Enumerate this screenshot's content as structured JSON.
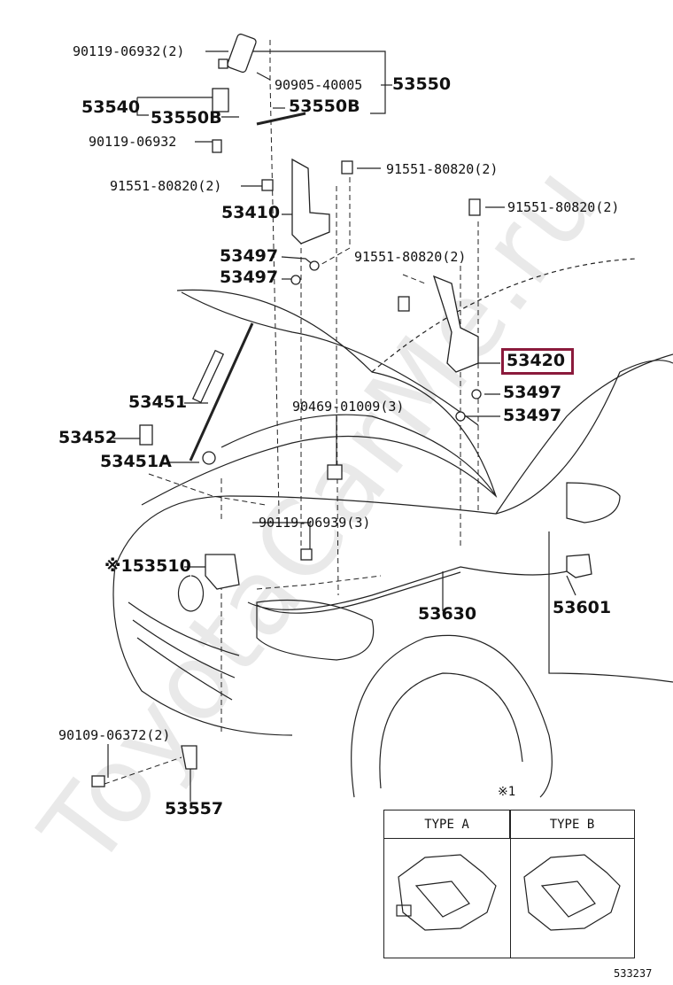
{
  "parts": {
    "p1": "90119-06932(2)",
    "p2": "90905-40005",
    "p3": "53550",
    "p4": "53540",
    "p5": "53550B",
    "p6": "53550B",
    "p7": "90119-06932",
    "p8": "91551-80820(2)",
    "p9": "91551-80820(2)",
    "p10": "53410",
    "p11": "91551-80820(2)",
    "p12": "53497",
    "p13": "91551-80820(2)",
    "p14": "53497",
    "p15": "53420",
    "p16": "53451",
    "p17": "90469-01009(3)",
    "p18": "53497",
    "p19": "53497",
    "p20": "53452",
    "p21": "53451A",
    "p22": "90119-06939(3)",
    "p23": "※153510",
    "p24": "53630",
    "p25": "53601",
    "p26": "90109-06372(2)",
    "p27": "53557"
  },
  "note_mark": "※1",
  "type_box": {
    "type_a": "TYPE A",
    "type_b": "TYPE B"
  },
  "diagram_code": "533237",
  "watermark": "ToyotaCarMe.ru",
  "colors": {
    "highlight": "#8b1a3c",
    "line": "#222222"
  }
}
